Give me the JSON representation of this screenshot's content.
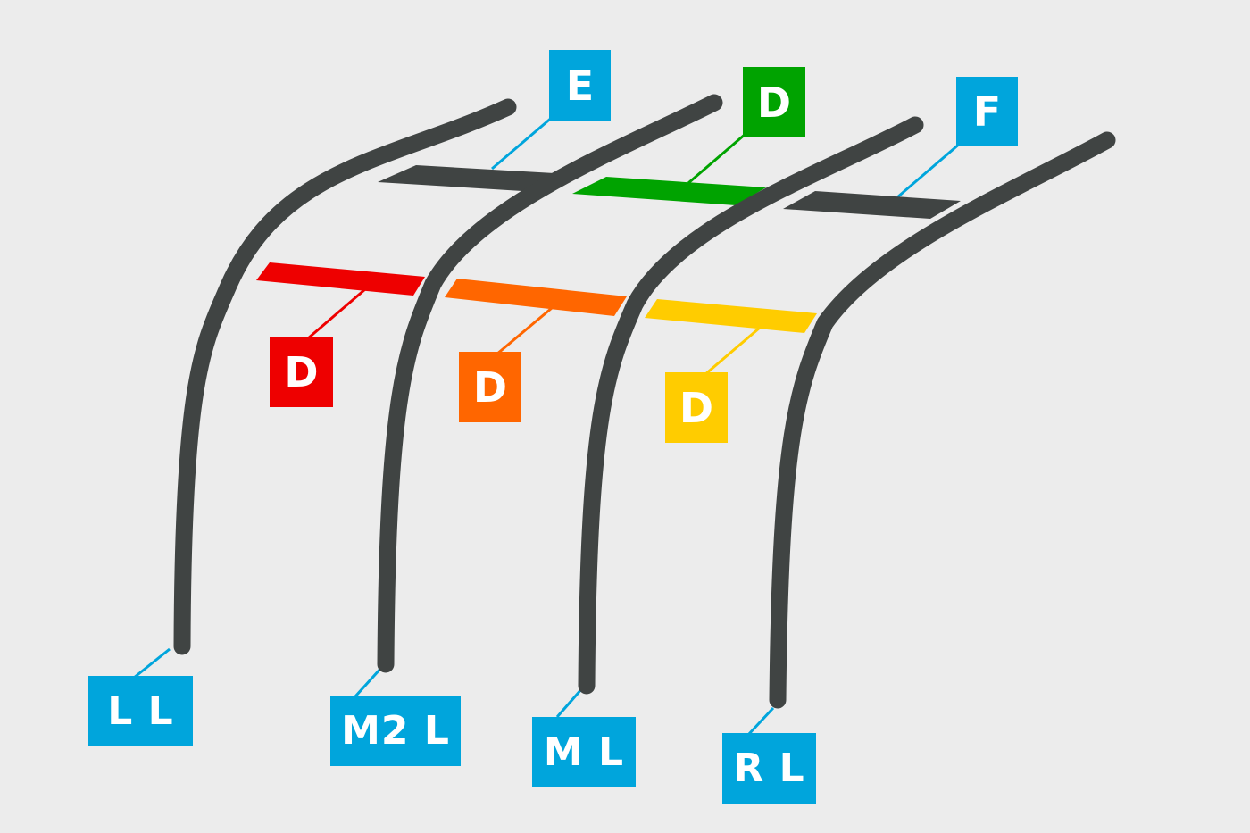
{
  "colors": {
    "background": "#ececec",
    "lens_stroke": "#404443",
    "grey": "#404443",
    "red": "#ee0000",
    "orange": "#ff6600",
    "yellow": "#ffcc00",
    "green": "#00a300",
    "blue": "#00a5dc"
  },
  "lenses": [
    {
      "id": "ll",
      "label": "L L",
      "color": "blue"
    },
    {
      "id": "m2l",
      "label": "M2 L",
      "color": "blue"
    },
    {
      "id": "ml",
      "label": "M L",
      "color": "blue"
    },
    {
      "id": "rl",
      "label": "R L",
      "color": "blue"
    }
  ],
  "upper_gaps": [
    {
      "id": "e",
      "label": "E",
      "color": "grey",
      "label_color": "blue"
    },
    {
      "id": "d-green",
      "label": "D",
      "color": "green",
      "label_color": "green"
    },
    {
      "id": "f",
      "label": "F",
      "color": "grey",
      "label_color": "blue"
    }
  ],
  "lower_gaps": [
    {
      "id": "d-red",
      "label": "D",
      "color": "red",
      "label_color": "red"
    },
    {
      "id": "d-orange",
      "label": "D",
      "color": "orange",
      "label_color": "orange"
    },
    {
      "id": "d-yellow",
      "label": "D",
      "color": "yellow",
      "label_color": "yellow"
    }
  ]
}
